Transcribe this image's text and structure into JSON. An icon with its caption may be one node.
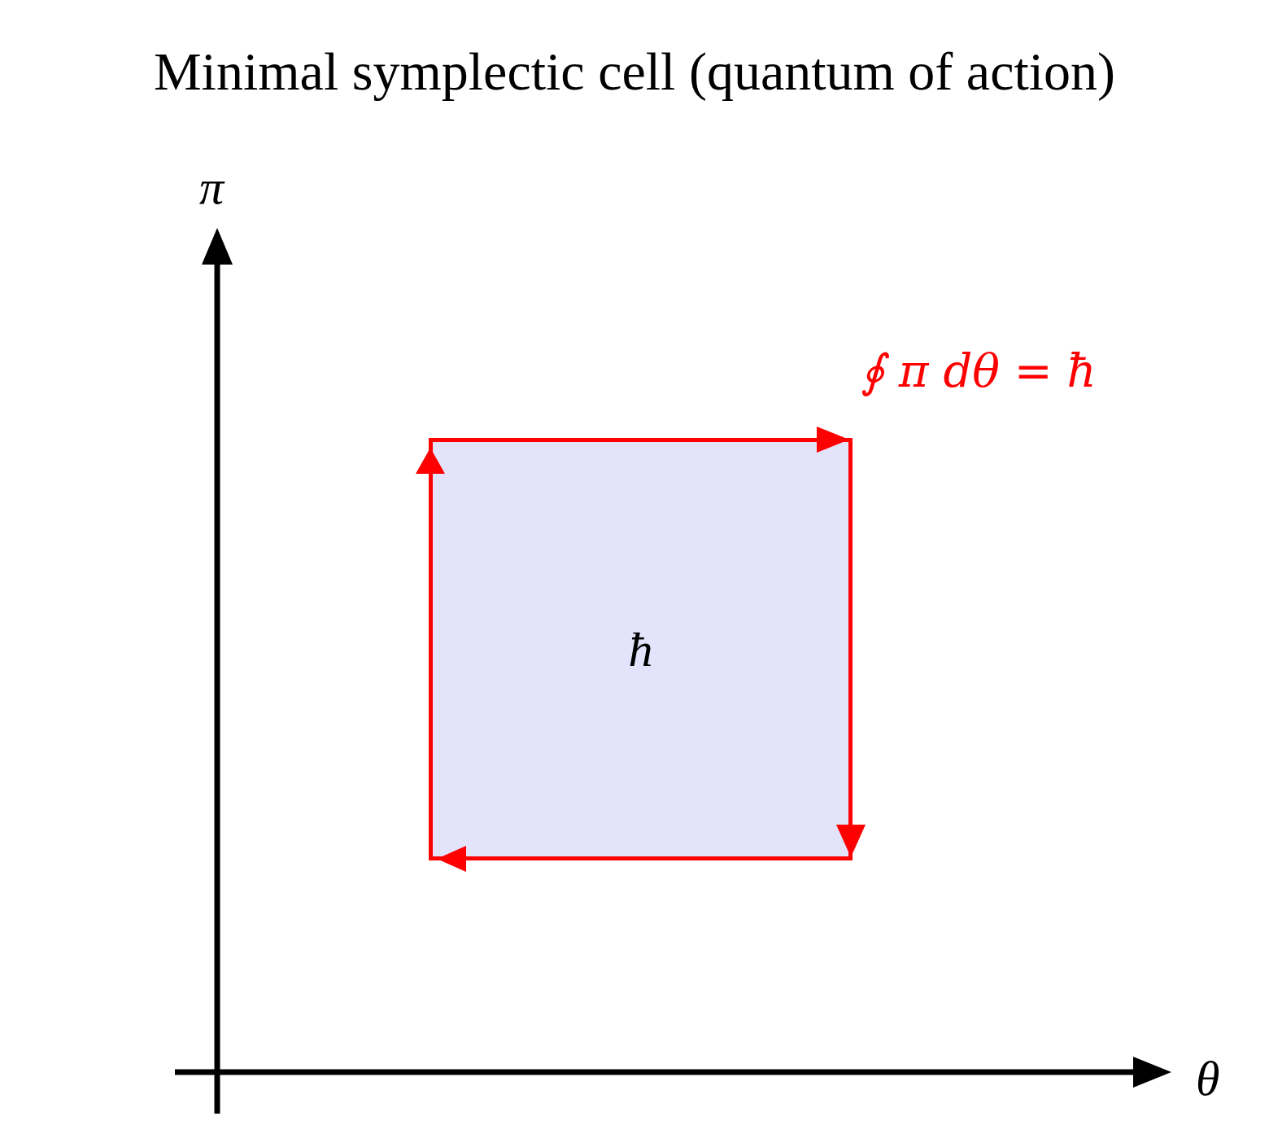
{
  "diagram": {
    "title": "Minimal symplectic cell (quantum of action)",
    "nodes": [
      {
        "text": [
          "ħ"
        ],
        "beside": [
          "∮ π dθ = ħ"
        ]
      }
    ],
    "edges": [],
    "labels": [
      "π",
      "θ"
    ]
  }
}
